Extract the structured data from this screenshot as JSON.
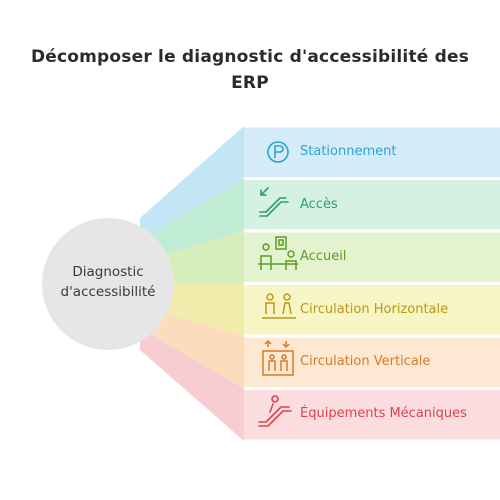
{
  "title": {
    "line1": "Décomposer le diagnostic d'accessibilité des",
    "line2": "ERP"
  },
  "center": {
    "line1": "Diagnostic",
    "line2": "d'accessibilité",
    "color": "#e6e6e6"
  },
  "branches": [
    {
      "label": "Stationnement",
      "icon": "parking-icon",
      "fill": "#d5ecf8",
      "band": "#c3e6f6",
      "text": "#2aa4d4"
    },
    {
      "label": "Accès",
      "icon": "escalator-arrow-icon",
      "fill": "#d4f1e2",
      "band": "#c0ebd5",
      "text": "#2f9c6a"
    },
    {
      "label": "Accueil",
      "icon": "reception-icon",
      "fill": "#e3f3cf",
      "band": "#d5eeba",
      "text": "#5e9c24"
    },
    {
      "label": "Circulation Horizontale",
      "icon": "people-icon",
      "fill": "#f7f4c6",
      "band": "#f2ecac",
      "text": "#b89a16"
    },
    {
      "label": "Circulation Verticale",
      "icon": "elevator-icon",
      "fill": "#fde8d3",
      "band": "#fbdcbd",
      "text": "#d97a22"
    },
    {
      "label": "Équipements Mécaniques",
      "icon": "escalator-icon",
      "fill": "#fbdde0",
      "band": "#f8cdd2",
      "text": "#d8454f"
    }
  ]
}
